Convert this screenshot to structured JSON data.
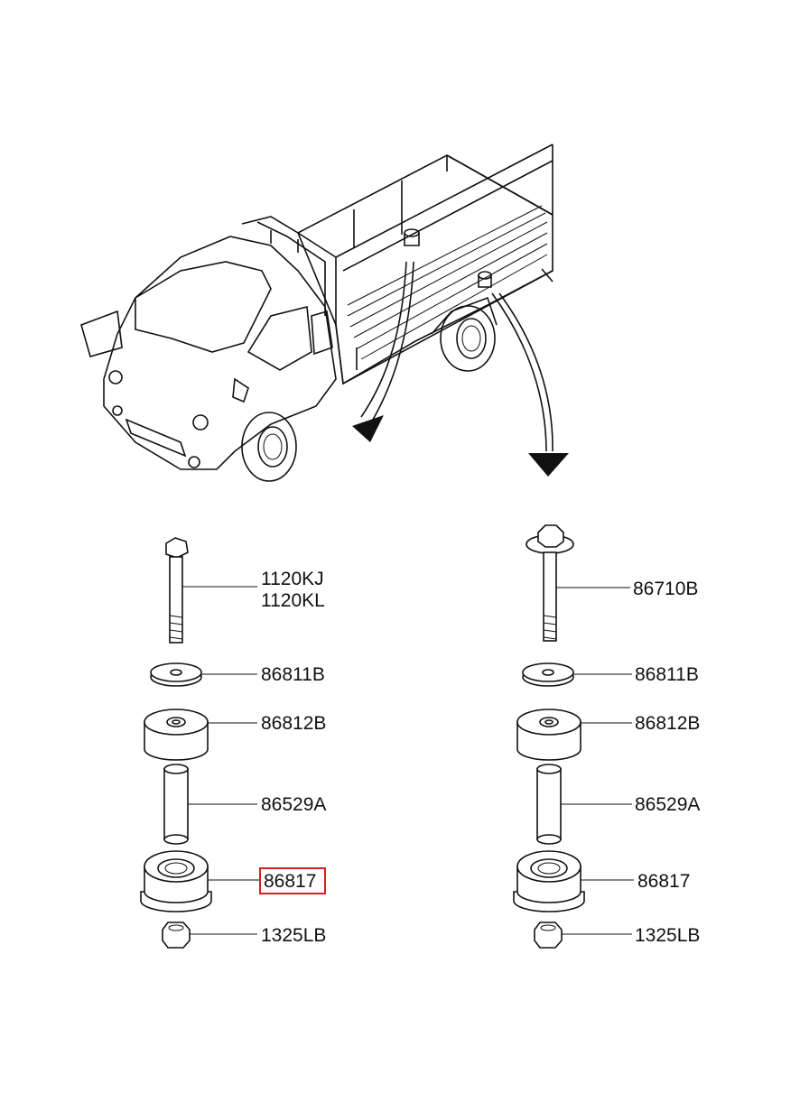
{
  "title": "",
  "left_column": {
    "bolt_labels": [
      "1120KJ",
      "1120KL"
    ],
    "washer": "86811B",
    "upper_mount": "86812B",
    "sleeve": "86529A",
    "lower_mount": "86817",
    "nut": "1325LB"
  },
  "right_column": {
    "bolt": "86710B",
    "washer": "86811B",
    "upper_mount": "86812B",
    "sleeve": "86529A",
    "lower_mount": "86817",
    "nut": "1325LB"
  },
  "highlight": {
    "part": "86817",
    "color": "#d42020"
  }
}
